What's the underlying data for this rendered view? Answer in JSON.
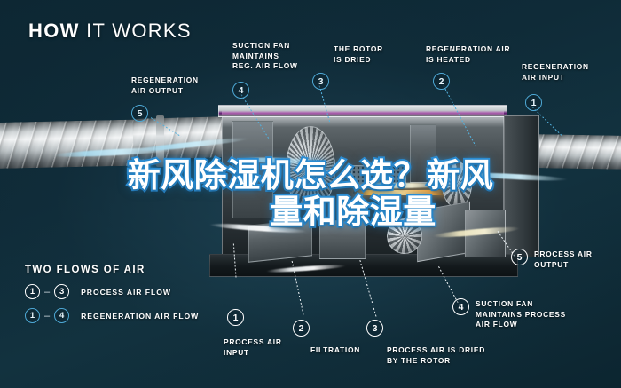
{
  "header": {
    "title_bold": "HOW",
    "title_thin": "IT WORKS"
  },
  "overlay": {
    "line1": "新风除湿机怎么选？新风",
    "line2": "量和除湿量"
  },
  "legend": {
    "title": "TWO FLOWS OF AIR",
    "rows": [
      {
        "from": "1",
        "dash": "–",
        "to": "3",
        "label": "PROCESS AIR FLOW",
        "style": "process"
      },
      {
        "from": "1",
        "dash": "–",
        "to": "4",
        "label": "REGENERATION AIR FLOW",
        "style": "regen"
      }
    ]
  },
  "callouts": [
    {
      "num": "5",
      "style": "regen",
      "text": "REGENERATION\nAIR OUTPUT"
    },
    {
      "num": "4",
      "style": "regen",
      "text": "SUCTION FAN\nMAINTAINS\nREG. AIR FLOW"
    },
    {
      "num": "3",
      "style": "regen",
      "text": "THE ROTOR\nIS DRIED"
    },
    {
      "num": "2",
      "style": "regen",
      "text": "REGENERATION AIR\nIS HEATED"
    },
    {
      "num": "1",
      "style": "regen",
      "text": "REGENERATION\nAIR INPUT"
    },
    {
      "num": "1",
      "style": "process",
      "text": "PROCESS AIR\nINPUT"
    },
    {
      "num": "2",
      "style": "process",
      "text": "FILTRATION"
    },
    {
      "num": "3",
      "style": "process",
      "text": "PROCESS AIR IS DRIED\nBY THE ROTOR"
    },
    {
      "num": "4",
      "style": "process",
      "text": "SUCTION FAN\nMAINTAINS PROCESS\nAIR FLOW"
    },
    {
      "num": "5",
      "style": "process",
      "text": "PROCESS AIR\nOUTPUT"
    }
  ],
  "colors": {
    "background": "#0d2733",
    "accent_blue": "#4ea9d6",
    "text_white": "#ffffff",
    "overlay_stroke": "#2f8fd6",
    "heater_glow": "#ffb43c"
  }
}
